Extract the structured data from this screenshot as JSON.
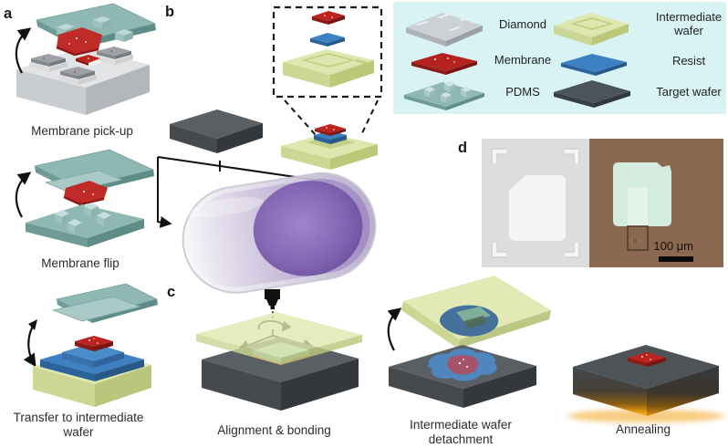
{
  "panels": {
    "a": "a",
    "b": "b",
    "c": "c",
    "d": "d"
  },
  "steps": {
    "pickup": "Membrane pick-up",
    "flip": "Membrane flip",
    "transfer": "Transfer to intermediate wafer",
    "alignment": "Alignment & bonding",
    "detachment": "Intermediate wafer detachment",
    "annealing": "Annealing"
  },
  "legend": {
    "diamond": "Diamond",
    "membrane": "Membrane",
    "pdms": "PDMS",
    "intermediate_wafer": "Intermediate wafer",
    "resist": "Resist",
    "target_wafer": "Target wafer"
  },
  "micrograph": {
    "scale_bar": "100 μm"
  },
  "colors": {
    "legend_background": "#d9f3f5",
    "diamond": "#ccd1d5",
    "membrane": "#bc2420",
    "pdms": "#8fb8b4",
    "intermediate_wafer": "#dde7af",
    "resist": "#3e81c3",
    "target_wafer": "#4c545b",
    "plasma_purple": "#7a5aa8",
    "annealing_glow": "#f0a419",
    "micrograph_left_background": "#dcdedd",
    "micrograph_right_background": "#8a6950"
  }
}
